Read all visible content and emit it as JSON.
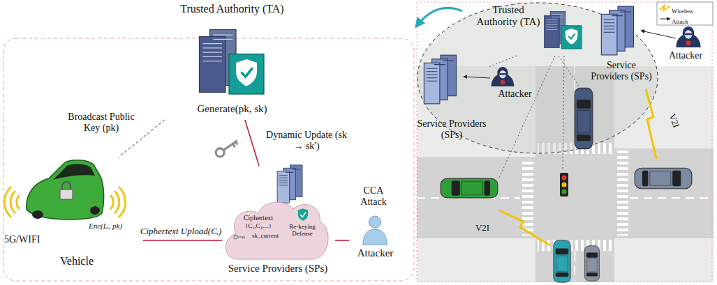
{
  "diagram": {
    "nodes": [
      {
        "text": [
          "Trusted Authority (TA)",
          "Generate(pk, sk)"
        ]
      },
      {
        "text": [
          "Enc(Lᵢ, pk)",
          "Vehicle"
        ]
      },
      {
        "text": [
          "Ciphertext",
          "{C₁,C₂,...}",
          "sk_current",
          "Re-keying Defense",
          "Service Providers (SPs)"
        ]
      },
      {
        "text": [
          "Attacker"
        ]
      },
      {
        "text": [
          "Trusted Authority (TA)"
        ]
      },
      {
        "text": [
          "Service Providers (SPs)"
        ]
      },
      {
        "text": [
          "Attacker"
        ]
      },
      {
        "text": [
          "Service Providers (SPs)"
        ]
      },
      {
        "text": [
          "Attacker"
        ]
      }
    ],
    "edges": [
      {
        "from": 0,
        "to": 1,
        "arrow": "none",
        "label": "Broadcast Public Key (pk)"
      },
      {
        "from": 0,
        "to": 2,
        "arrow": "none",
        "label": "Dynamic Update (sk → sk')"
      },
      {
        "from": 1,
        "to": 2,
        "arrow": "none",
        "label": "Ciphertext Upload(Cᵢ)"
      },
      {
        "from": 3,
        "to": 2,
        "arrow": "none",
        "label": "CCA Attack"
      },
      {
        "from": 4,
        "to": 5,
        "arrow": "none"
      }
    ],
    "labels": [
      "5G/WIFI",
      "V2I",
      "V2I"
    ],
    "legend": [
      {
        "text": "Wireless"
      },
      {
        "text": "Attack"
      }
    ]
  }
}
